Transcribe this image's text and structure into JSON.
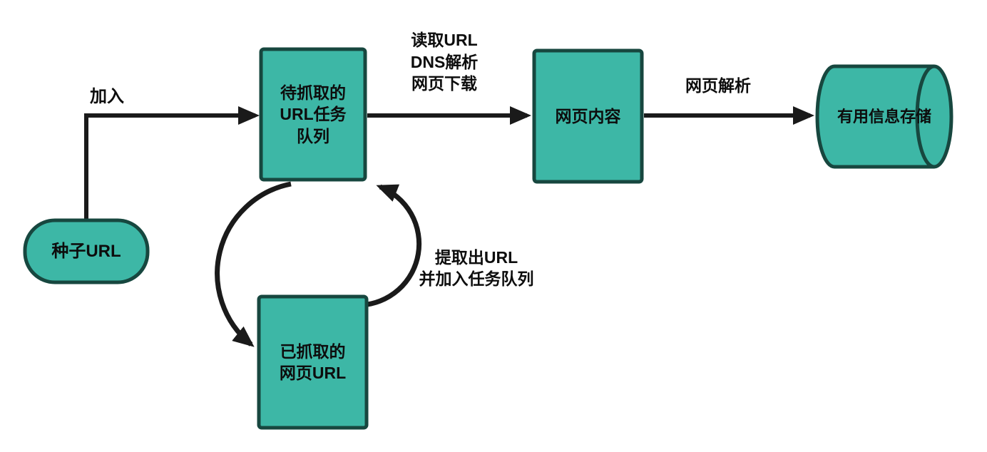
{
  "diagram": {
    "type": "flowchart",
    "topic": "web-crawler-pipeline",
    "colors": {
      "node_fill": "#3db7a6",
      "node_border": "#17473f",
      "arrow": "#1a1a1a",
      "text": "#0d0d0d",
      "background": "#ffffff"
    },
    "nodes": {
      "seed": {
        "shape": "stadium",
        "label": "种子URL"
      },
      "task_queue": {
        "shape": "rectangle",
        "label_lines": {
          "0": "待抓取的",
          "1": "URL任务",
          "2": "队列"
        }
      },
      "page_content": {
        "shape": "rectangle",
        "label": "网页内容"
      },
      "crawled_urls": {
        "shape": "rectangle",
        "label_lines": {
          "0": "已抓取的",
          "1": "网页URL"
        }
      },
      "storage": {
        "shape": "cylinder",
        "label": "有用信息存储"
      }
    },
    "edges": {
      "join": {
        "from": "seed",
        "to": "task_queue",
        "label": "加入"
      },
      "fetch": {
        "from": "task_queue",
        "to": "page_content",
        "label_lines": {
          "0": "读取URL",
          "1": "DNS解析",
          "2": "网页下载"
        }
      },
      "parse": {
        "from": "page_content",
        "to": "storage",
        "label": "网页解析"
      },
      "extract": {
        "from": "crawled_urls",
        "to": "task_queue",
        "label_lines": {
          "0": "提取出URL",
          "1": "并加入任务队列"
        }
      },
      "cycle": {
        "from": "task_queue",
        "to": "crawled_urls",
        "label": ""
      }
    }
  }
}
